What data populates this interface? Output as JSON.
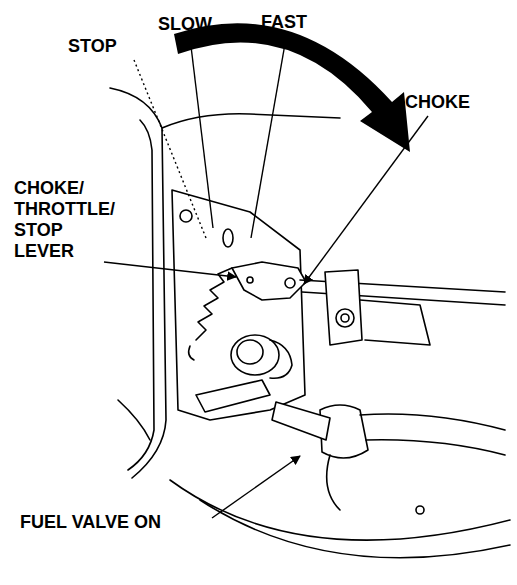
{
  "diagram": {
    "labels": [
      "STOP",
      "SLOW",
      "FAST",
      "CHOKE",
      "CHOKE/ THROTTLE/ STOP LEVER",
      "FUEL VALVE ON"
    ]
  }
}
